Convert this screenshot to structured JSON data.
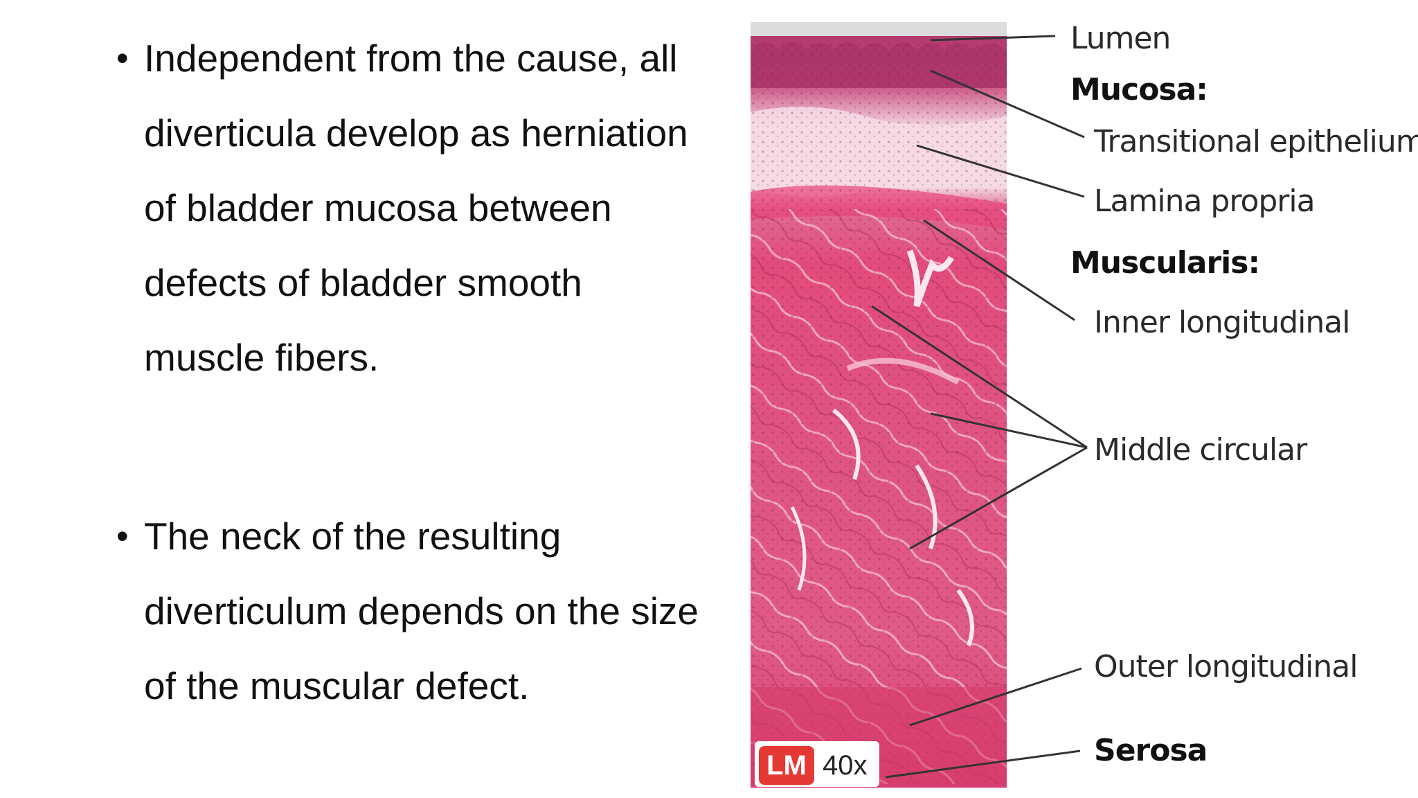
{
  "bullets": [
    {
      "symbol": "•",
      "lines": [
        "Independent from the cause, all",
        "diverticula develop as herniation",
        "of bladder mucosa between",
        "defects of bladder smooth",
        "muscle fibers."
      ]
    },
    {
      "symbol": "•",
      "lines": [
        "The neck of the resulting",
        "diverticulum depends on the size",
        "of the muscular defect."
      ]
    }
  ],
  "figure": {
    "labels": {
      "lumen": "Lumen",
      "mucosa": "Mucosa:",
      "transitional_epithelium": "Transitional epithelium",
      "lamina_propria": "Lamina propria",
      "muscularis": "Muscularis:",
      "inner_longitudinal": "Inner longitudinal",
      "middle_circular": "Middle circular",
      "outer_longitudinal": "Outer longitudinal",
      "serosa": "Serosa"
    },
    "badge": {
      "code": "LM",
      "magnification": "40x"
    },
    "colors": {
      "badge_red": "#e53935",
      "tissue_pink": "#d9416f",
      "tissue_light": "#f3b7c8",
      "lumen_grey": "#d8d8d8"
    }
  }
}
